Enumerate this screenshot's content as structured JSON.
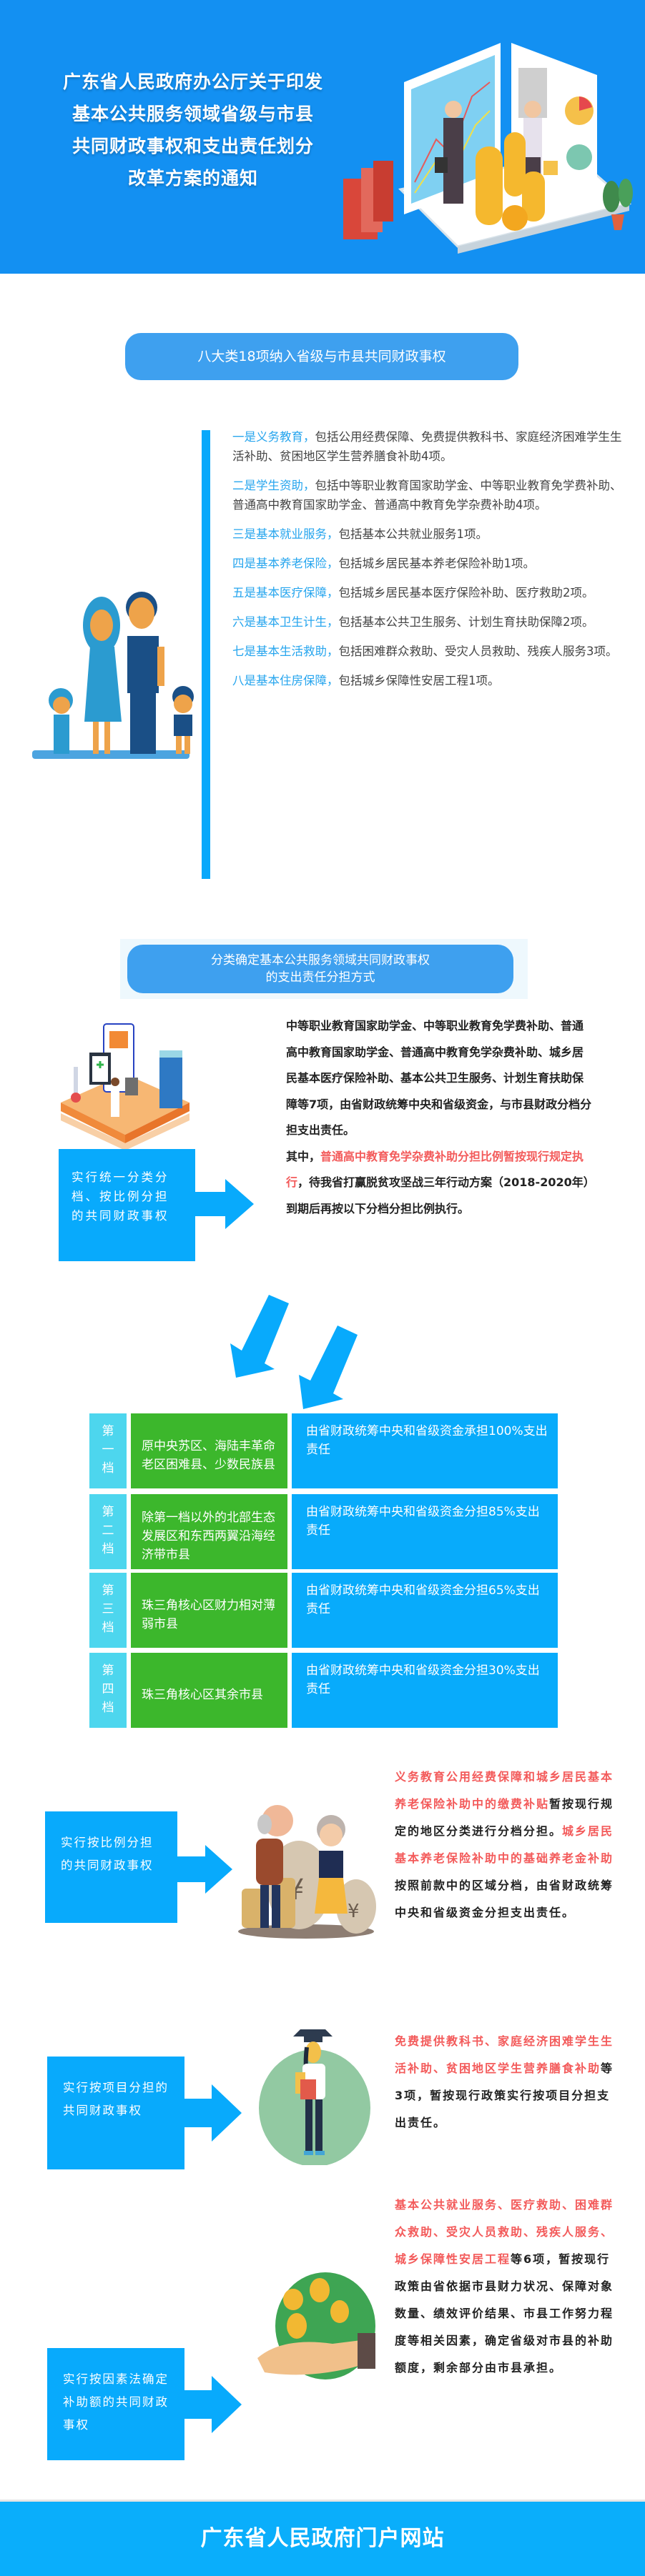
{
  "header": {
    "title_lines": [
      "广东省人民政府办公厅关于印发",
      "基本公共服务领域省级与市县",
      "共同财政事权和支出责任划分",
      "改革方案的通知"
    ],
    "illustration": "business-finance-illustration"
  },
  "section1": {
    "pill_title": "八大类18项纳入省级与市县共同财政事权",
    "illustration": "family-illustration",
    "items": [
      {
        "highlight": "一是义务教育，",
        "text": "包括公用经费保障、免费提供教科书、家庭经济困难学生生活补助、贫困地区学生营养膳食补助4项。"
      },
      {
        "highlight": "二是学生资助，",
        "text": "包括中等职业教育国家助学金、中等职业教育免学费补助、普通高中教育国家助学金、普通高中教育免学杂费补助4项。"
      },
      {
        "highlight": "三是基本就业服务，",
        "text": "包括基本公共就业服务1项。"
      },
      {
        "highlight": "四是基本养老保险，",
        "text": "包括城乡居民基本养老保险补助1项。"
      },
      {
        "highlight": "五是基本医疗保障，",
        "text": "包括城乡居民基本医疗保险补助、医疗救助2项。"
      },
      {
        "highlight": "六是基本卫生计生，",
        "text": "包括基本公共卫生服务、计划生育扶助保障2项。"
      },
      {
        "highlight": "七是基本生活救助，",
        "text": "包括困难群众救助、受灾人员救助、残疾人服务3项。"
      },
      {
        "highlight": "八是基本住房保障，",
        "text": "包括城乡保障性安居工程1项。"
      }
    ]
  },
  "section2": {
    "pill_title_line1": "分类确定基本公共服务领域共同财政事权",
    "pill_title_line2": "的支出责任分担方式",
    "block1": {
      "box_label": "实行统一分类分档、按比例分担的共同财政事权",
      "illustration": "clinic-illustration",
      "text_part1": "中等职业教育国家助学金、中等职业教育免学费补助、普通高中教育国家助学金、普通高中教育免学杂费补助、城乡居民基本医疗保险补助、基本公共卫生服务、计划生育扶助保障等7项，由省财政统筹中央和省级资金，与市县财政分档分担支出责任。",
      "text_part2_prefix": "其中，",
      "text_part2_red": "普通高中教育免学杂费补助分担比例暂按现行规定执行",
      "text_part2_suffix": "，待我省打赢脱贫攻坚战三年行动方案（2018-2020年）到期后再按以下分档分担比例执行。"
    },
    "tiers": [
      {
        "label": "第一档",
        "region": "原中央苏区、海陆丰革命老区困难县、少数民族县",
        "share": "由省财政统筹中央和省级资金承担100%支出责任"
      },
      {
        "label": "第二档",
        "region": "除第一档以外的北部生态发展区和东西两翼沿海经济带市县",
        "share": "由省财政统筹中央和省级资金分担85%支出责任"
      },
      {
        "label": "第三档",
        "region": "珠三角核心区财力相对薄弱市县",
        "share": "由省财政统筹中央和省级资金分担65%支出责任"
      },
      {
        "label": "第四档",
        "region": "珠三角核心区其余市县",
        "share": "由省财政统筹中央和省级资金分担30%支出责任"
      }
    ],
    "block2": {
      "box_label": "实行按比例分担的共同财政事权",
      "illustration": "elderly-couple-money-illustration",
      "segments": [
        {
          "red": true,
          "text": "义务教育公用经费保障和城乡居民基本养老保险补助中的缴费补贴"
        },
        {
          "red": false,
          "text": "暂按现行规定的地区分类进行分档分担。"
        },
        {
          "red": true,
          "text": "城乡居民基本养老保险补助中的基础养老金补助"
        },
        {
          "red": false,
          "text": "按照前款中的区域分档，由省财政统筹中央和省级资金分担支出责任。"
        }
      ]
    },
    "block3": {
      "box_label": "实行按项目分担的共同财政事权",
      "illustration": "graduate-student-illustration",
      "text_red": "免费提供教科书、家庭经济困难学生生活补助、贫困地区学生营养膳食补助",
      "text_black": "等3项，暂按现行政策实行按项目分担支出责任。"
    },
    "block4": {
      "box_label": "实行按因素法确定补助额的共同财政事权",
      "illustration": "hand-coins-illustration",
      "text_red": "基本公共就业服务、医疗救助、困难群众救助、受灾人员救助、残疾人服务、城乡保障性安居工程",
      "text_black": "等6项，暂按现行政策由省依据市县财力状况、保障对象数量、绩效评价结果、市县工作努力程度等相关因素，确定省级对市县的补助额度，剩余部分由市县承担。"
    }
  },
  "footer": {
    "title": "广东省人民政府门户网站"
  },
  "colors": {
    "header_bg": "#1390f2",
    "pill_bg": "#3ea0ef",
    "accent_blue": "#08aafc",
    "highlight_text": "#26a5ee",
    "red_text": "#f35a5a",
    "tier_label": "#4dd6ee",
    "tier_region": "#3cb72c",
    "footer_bg": "#0aaefb"
  }
}
